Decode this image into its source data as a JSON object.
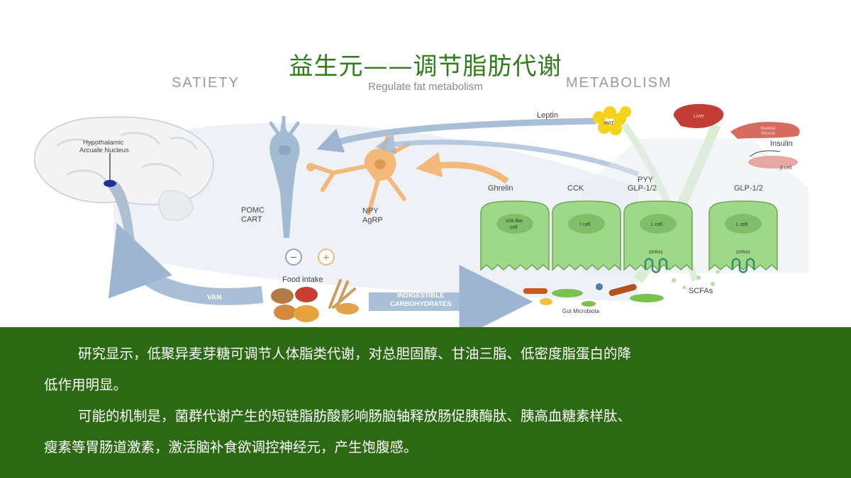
{
  "slide": {
    "title": "益生元——调节脂肪代谢",
    "subtitle": "Regulate fat metabolism"
  },
  "figure": {
    "heading_left": "SATIETY",
    "heading_right": "METABOLISM",
    "brain_label_1": "Hypothalamic",
    "brain_label_2": "Arcuate Nucleus",
    "pomc_1": "POMC",
    "pomc_2": "CART",
    "npy_1": "NPY",
    "npy_2": "AgRP",
    "minus": "−",
    "plus": "+",
    "leptin": "Leptin",
    "wat": "WAT",
    "liver": "Liver",
    "muscle_1": "Skeletal",
    "muscle_2": "Muscle",
    "insulin": "Insulin",
    "beta_cell": "β cell",
    "hormone_ghrelin": "Ghrelin",
    "hormone_cck": "CCK",
    "hormone_pyy": "PYY",
    "hormone_glp_a": "GLP-1/2",
    "hormone_glp_b": "GLP-1/2",
    "cell_xa_1": "X/A-like",
    "cell_xa_2": "cell",
    "cell_i": "I cell",
    "cell_l1": "L cell",
    "cell_l2": "L cell",
    "gpr41": "GPR41",
    "gpr43": "GPR43",
    "scfas": "SCFAs",
    "food_intake": "Food intake",
    "van": "VAN",
    "indigestible_1": "INDIGESTIBLE",
    "indigestible_2": "CARBOHYDRATES",
    "gut_microbiota": "Gut Microbiota"
  },
  "body": {
    "para1_line1": "研究显示，低聚异麦芽糖可调节人体脂类代谢，对总胆固醇、甘油三脂、低密度脂蛋白的降",
    "para1_line2": "低作用明显。",
    "para2_line1": "可能的机制是，菌群代谢产生的短链脂肪酸影响肠脑轴释放肠促胰酶肽、胰高血糖素样肽、",
    "para2_line2": "瘦素等胃肠道激素，激活脑补食欲调控神经元，产生饱腹感。"
  },
  "colors": {
    "title_green": "#2e7d1a",
    "panel_green": "#2b6a12",
    "cell_green": "#9fd88a",
    "arrow_blue": "#a9bfd8",
    "arrow_orange": "#f2b97a"
  }
}
